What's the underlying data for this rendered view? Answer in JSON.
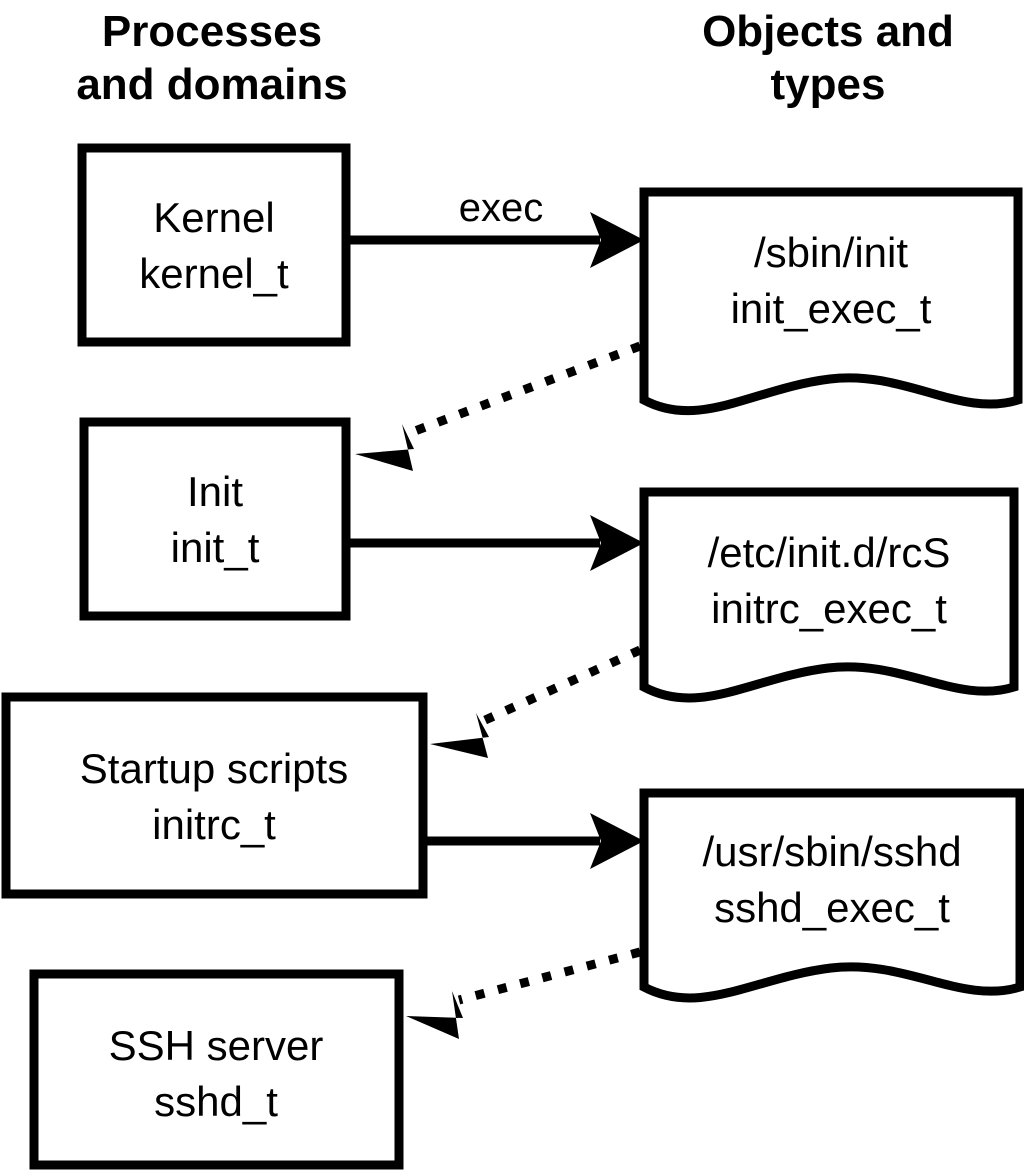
{
  "diagram": {
    "title_left_line1": "Processes",
    "title_left_line2": "and domains",
    "title_right_line1": "Objects and",
    "title_right_line2": "types",
    "colors": {
      "stroke": "#000000",
      "fill": "#ffffff",
      "background": "#ffffff"
    }
  },
  "processes": [
    {
      "name": "Kernel",
      "type": "kernel_t"
    },
    {
      "name": "Init",
      "type": "init_t"
    },
    {
      "name": "Startup scripts",
      "type": "initrc_t"
    },
    {
      "name": "SSH server",
      "type": "sshd_t"
    }
  ],
  "objects": [
    {
      "path": "/sbin/init",
      "type": "init_exec_t"
    },
    {
      "path": "/etc/init.d/rcS",
      "type": "initrc_exec_t"
    },
    {
      "path": "/usr/sbin/sshd",
      "type": "sshd_exec_t"
    }
  ],
  "edges": [
    {
      "from": "Kernel",
      "to": "/sbin/init",
      "label": "exec",
      "style": "solid"
    },
    {
      "from": "/sbin/init",
      "to": "Init",
      "label": "",
      "style": "dotted"
    },
    {
      "from": "Init",
      "to": "/etc/init.d/rcS",
      "label": "",
      "style": "solid"
    },
    {
      "from": "/etc/init.d/rcS",
      "to": "Startup scripts",
      "label": "",
      "style": "dotted"
    },
    {
      "from": "Startup scripts",
      "to": "/usr/sbin/sshd",
      "label": "",
      "style": "solid"
    },
    {
      "from": "/usr/sbin/sshd",
      "to": "SSH server",
      "label": "",
      "style": "dotted"
    }
  ]
}
